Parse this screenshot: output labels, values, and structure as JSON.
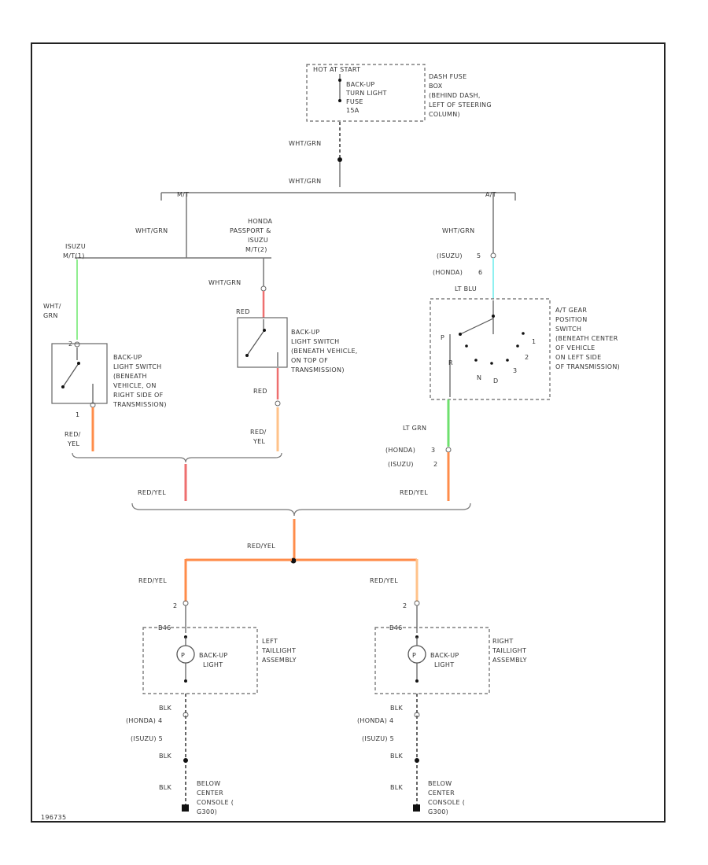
{
  "fuse_box": {
    "hot_at_start": "HOT AT START",
    "fuse": [
      "BACK-UP",
      "TURN LIGHT",
      "FUSE",
      "15A"
    ],
    "location": [
      "DASH FUSE",
      "BOX",
      "(BEHIND DASH,",
      "LEFT OF STEERING",
      "COLUMN)"
    ]
  },
  "wire_labels": {
    "wht_grn": "WHT/GRN",
    "wht_grn_split": [
      "WHT/",
      "GRN"
    ],
    "red": "RED",
    "red_yel": "RED/YEL",
    "red_yel_split": [
      "RED/",
      "YEL"
    ],
    "lt_blu": "LT BLU",
    "lt_grn": "LT GRN",
    "blk": "BLK"
  },
  "splice_labels": {
    "mt_left": "M/T",
    "at_right": "A/T"
  },
  "conditions": {
    "isuzu_mt": [
      "ISUZU",
      "M/T(1)"
    ],
    "honda_passport": [
      "HONDA",
      "PASSPORT &",
      "ISUZU",
      "M/T(2)"
    ],
    "isuzu": "(ISUZU)",
    "honda": "(HONDA)"
  },
  "pins": {
    "p2": "2",
    "p1": "1",
    "p5": "5",
    "p6": "6",
    "p3": "3",
    "p4": "4"
  },
  "switch_left": [
    "BACK-UP",
    "LIGHT SWITCH",
    "(BENEATH",
    "VEHICLE, ON",
    "RIGHT SIDE OF",
    "TRANSMISSION)"
  ],
  "switch_mid": [
    "BACK-UP",
    "LIGHT SWITCH",
    "(BENEATH VEHICLE,",
    "ON TOP OF",
    "TRANSMISSION)"
  ],
  "at_switch": {
    "desc": [
      "A/T GEAR",
      "POSITION",
      "SWITCH",
      "(BENEATH CENTER",
      "OF VEHICLE",
      "ON LEFT SIDE",
      "OF TRANSMISSION)"
    ],
    "positions": [
      "P",
      "R",
      "N",
      "D",
      "3",
      "2",
      "1"
    ]
  },
  "lamp": {
    "conn": "B46",
    "pins_top": "2",
    "label": [
      "BACK-UP",
      "LIGHT"
    ],
    "left_assy": [
      "LEFT",
      "TAILLIGHT",
      "ASSEMBLY"
    ],
    "right_assy": [
      "RIGHT",
      "TAILLIGHT",
      "ASSEMBLY"
    ],
    "honda_pin": "(HONDA) 4",
    "isuzu_pin": "(ISUZU) 5"
  },
  "ground": [
    "BELOW",
    "CENTER",
    "CONSOLE (",
    "G300)"
  ],
  "figure_id": "196735",
  "colors": {
    "frame": "#222222",
    "wht_grn_wire": "#90ee90",
    "red_wire": "#ee6f6f",
    "red_yel_wire": "#ff8c4a",
    "red_yel_light": "#ffc28a",
    "lt_blu_wire": "#8ff0f0",
    "lt_grn_wire": "#6ee06e"
  }
}
